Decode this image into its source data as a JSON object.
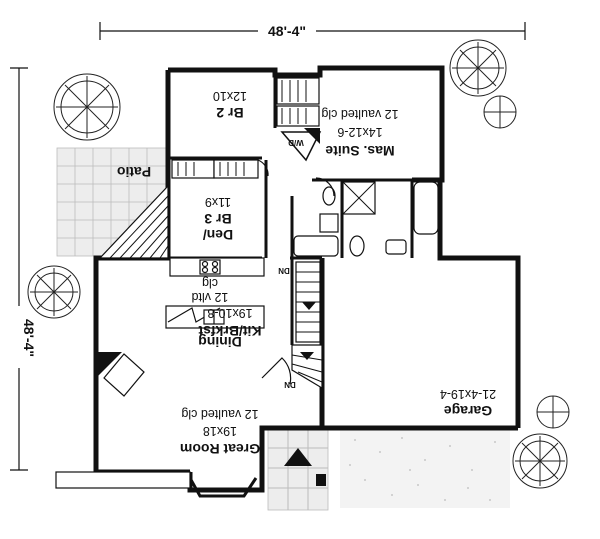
{
  "overall_dimensions": {
    "width": "48'-4\"",
    "depth": "48'-4\""
  },
  "rooms": {
    "master_suite": {
      "name": "Mas. Suite",
      "size": "14x12-6",
      "note": "12 vaulted clg"
    },
    "bedroom2": {
      "name": "Br 2",
      "size": "12x10"
    },
    "den": {
      "name_line1": "Den/",
      "name_line2": "Br 3",
      "size": "11x9"
    },
    "patio": {
      "name": "Patio"
    },
    "kitchen": {
      "name": "Kit/Brkfst",
      "size": "19x10-8",
      "note_line1": "12 vltd",
      "note_line2": "clg"
    },
    "dining": {
      "name": "Dining"
    },
    "great_room": {
      "name": "Great Room",
      "size": "19x18",
      "note": "12 vaulted clg"
    },
    "garage": {
      "name": "Garage",
      "size": "21-4x19-4"
    }
  },
  "annotations": {
    "washer_dryer": "W/D",
    "down_stair_upper": "DN",
    "down_stair_lower": "DN"
  }
}
